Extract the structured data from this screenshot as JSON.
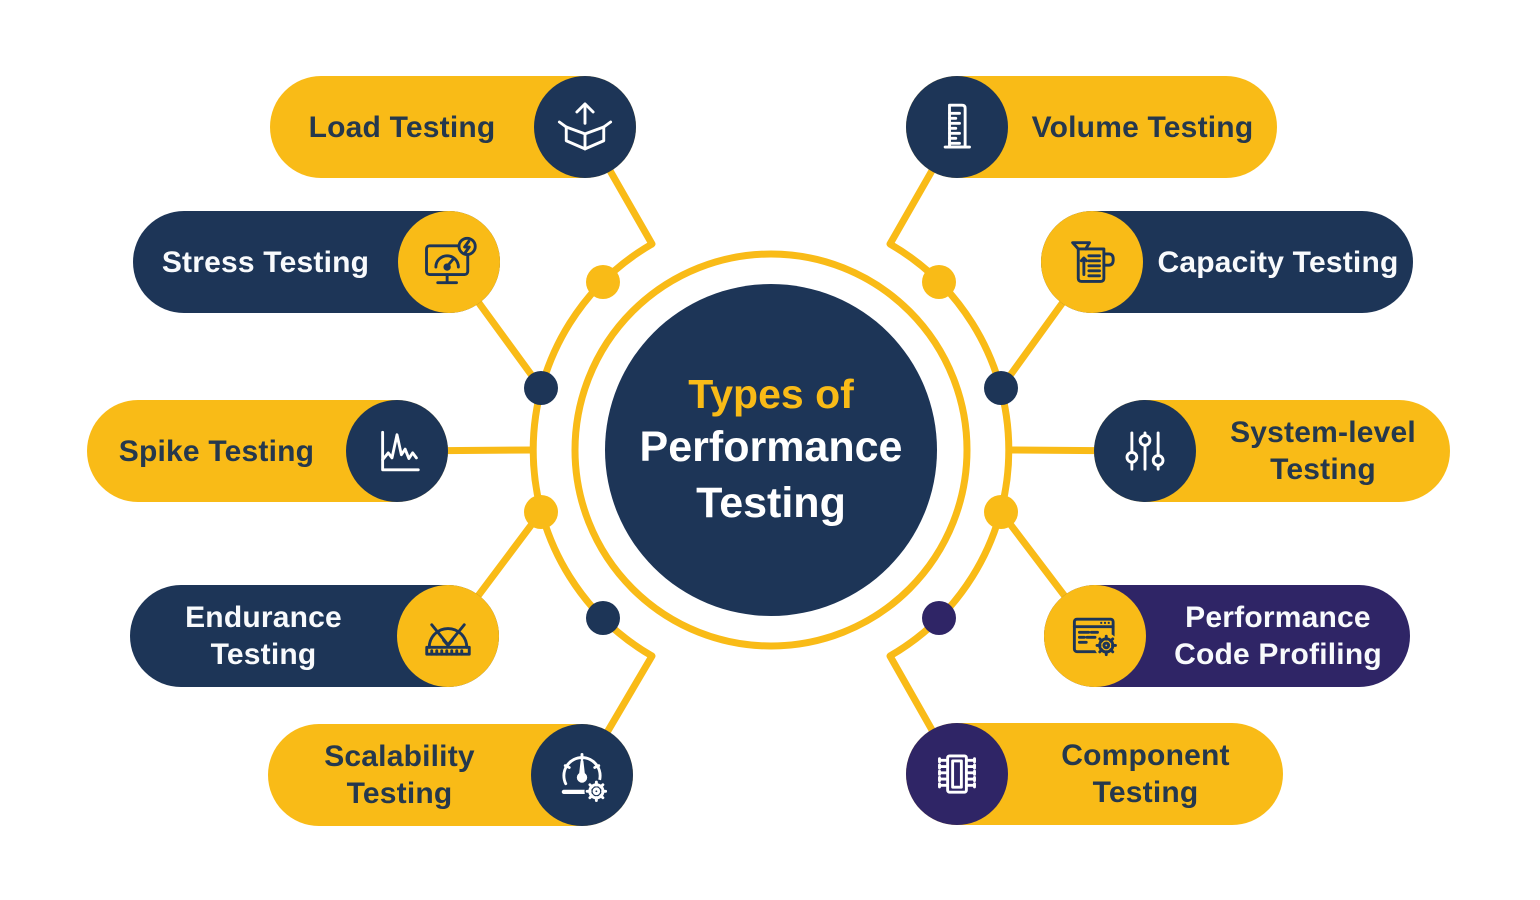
{
  "title": {
    "accent_line": "Types of",
    "line2": "Performance",
    "line3": "Testing"
  },
  "colors": {
    "yellow": "#F9BB17",
    "navy": "#1D3557",
    "purple": "#2F2566",
    "text_dark": "#25384D",
    "white": "#FFFFFF"
  },
  "branches": {
    "left": [
      {
        "label": "Load Testing",
        "line1": "Load Testing",
        "line2": "",
        "icon": "box-arrow-icon",
        "pill_color": "yellow",
        "circle_color": "navy"
      },
      {
        "label": "Stress Testing",
        "line1": "Stress Testing",
        "line2": "",
        "icon": "monitor-gauge-icon",
        "pill_color": "navy",
        "circle_color": "yellow"
      },
      {
        "label": "Spike Testing",
        "line1": "Spike Testing",
        "line2": "",
        "icon": "spike-chart-icon",
        "pill_color": "yellow",
        "circle_color": "navy"
      },
      {
        "label": "Endurance Testing",
        "line1": "Endurance",
        "line2": "Testing",
        "icon": "protractor-icon",
        "pill_color": "navy",
        "circle_color": "yellow"
      },
      {
        "label": "Scalability Testing",
        "line1": "Scalability",
        "line2": "Testing",
        "icon": "speedometer-gear-icon",
        "pill_color": "yellow",
        "circle_color": "navy"
      }
    ],
    "right": [
      {
        "label": "Volume Testing",
        "line1": "Volume Testing",
        "line2": "",
        "icon": "measuring-cylinder-icon",
        "pill_color": "yellow",
        "circle_color": "navy"
      },
      {
        "label": "Capacity Testing",
        "line1": "Capacity Testing",
        "line2": "",
        "icon": "measuring-jug-icon",
        "pill_color": "navy",
        "circle_color": "yellow"
      },
      {
        "label": "System-level Testing",
        "line1": "System-level",
        "line2": "Testing",
        "icon": "sliders-icon",
        "pill_color": "yellow",
        "circle_color": "navy"
      },
      {
        "label": "Performance Code Profiling",
        "line1": "Performance",
        "line2": "Code Profiling",
        "icon": "code-gear-icon",
        "pill_color": "purple",
        "circle_color": "yellow"
      },
      {
        "label": "Component Testing",
        "line1": "Component",
        "line2": "Testing",
        "icon": "chip-icon",
        "pill_color": "yellow",
        "circle_color": "purple"
      }
    ]
  }
}
